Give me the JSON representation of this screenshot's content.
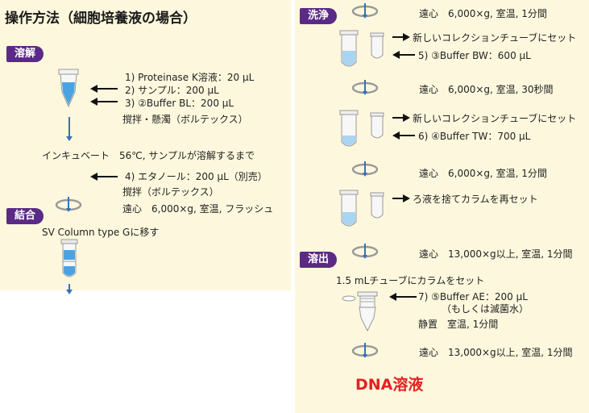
{
  "title": "操作方法（細胞培養液の場合）",
  "sections": {
    "lysis": "溶解",
    "binding": "結合",
    "wash": "洗浄",
    "elution": "溶出"
  },
  "left_steps": {
    "s1": "1) Proteinase K溶液：20 µL",
    "s2": "2) サンプル：200 µL",
    "s3": "3) ②Buffer BL：200 µL",
    "s3b": "撹拌・懸濁（ボルテックス）",
    "incubate": "インキュベート　56℃, サンプルが溶解するまで",
    "s4": "4) エタノール：200 µL（別売）",
    "s4b": "撹拌（ボルテックス）",
    "spin1": "遠心　6,000×g, 室温, フラッシュ",
    "transfer": "SV Column type Gに移す"
  },
  "right_steps": {
    "spin2": "遠心　6,000×g, 室温, 1分間",
    "newtube1": "新しいコレクションチューブにセット",
    "s5": "5) ③Buffer BW：600 µL",
    "spin3": "遠心　6,000×g, 室温, 30秒間",
    "newtube2": "新しいコレクションチューブにセット",
    "s6": "6) ④Buffer TW：700 µL",
    "spin4": "遠心　6,000×g, 室温, 1分間",
    "discard": "ろ液を捨てカラムを再セット",
    "spin5": "遠心　13,000×g以上, 室温, 1分間",
    "set15": "1.5 mLチューブにカラムをセット",
    "s7": "7) ⑤Buffer AE：200 µL",
    "s7b": "（もしくは滅菌水）",
    "stand": "静置　室温, 1分間",
    "spin6": "遠心　13,000×g以上, 室温, 1分間"
  },
  "result": "DNA溶液",
  "colors": {
    "panel_bg": "#fdf8dd",
    "badge_bg": "#5a2a86",
    "result_text": "#e32222",
    "liquid": "#4aa3e0",
    "flow_line": "#3a6fb5"
  }
}
